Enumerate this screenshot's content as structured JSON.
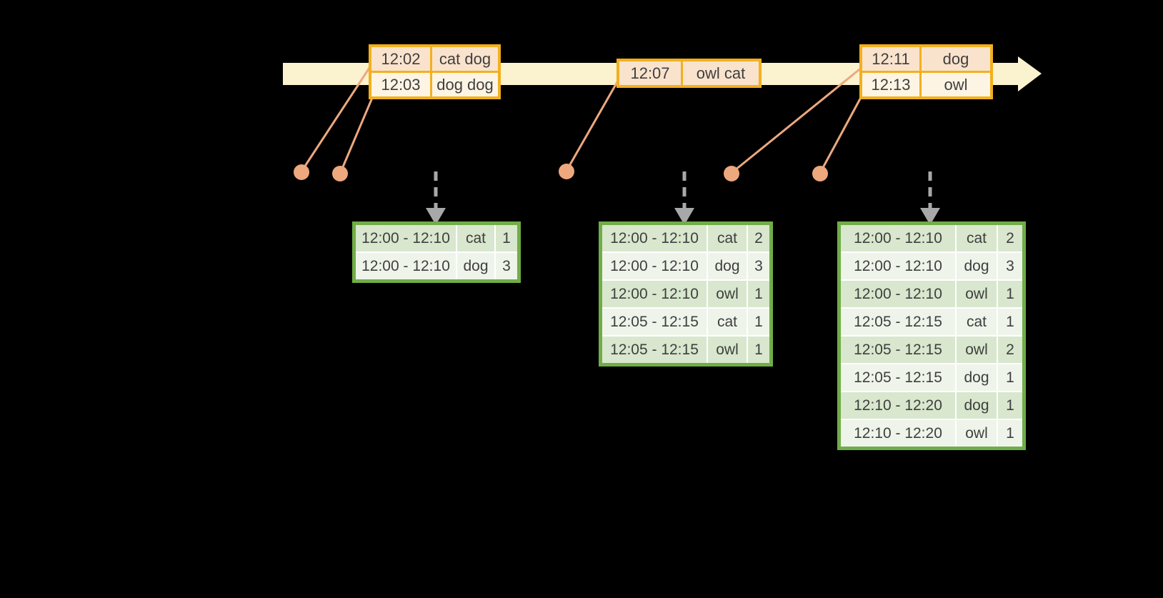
{
  "diagram": {
    "kind": "streaming-windowed-aggregation-diagram",
    "colors": {
      "background": "#000000",
      "timeline_fill": "#FBF2CF",
      "event_table_border": "#F2B01E",
      "event_row_peach": "#FAE3CD",
      "event_row_cream": "#FDF4E4",
      "connector_orange": "#EDA87E",
      "trigger_arrow_gray": "#A8A8A8",
      "result_table_border": "#70AD47",
      "result_row_green": "#D8E7CD",
      "result_row_light": "#EFF4EA",
      "text": "#3F3F3F"
    }
  },
  "event_tables": [
    {
      "rows": [
        {
          "time": "12:02",
          "words": "cat dog"
        },
        {
          "time": "12:03",
          "words": "dog dog"
        }
      ]
    },
    {
      "rows": [
        {
          "time": "12:07",
          "words": "owl cat"
        }
      ]
    },
    {
      "rows": [
        {
          "time": "12:11",
          "words": "dog"
        },
        {
          "time": "12:13",
          "words": "owl"
        }
      ]
    }
  ],
  "result_tables": [
    {
      "rows": [
        {
          "window": "12:00 - 12:10",
          "word": "cat",
          "count": "1"
        },
        {
          "window": "12:00 - 12:10",
          "word": "dog",
          "count": "3"
        }
      ]
    },
    {
      "rows": [
        {
          "window": "12:00 - 12:10",
          "word": "cat",
          "count": "2"
        },
        {
          "window": "12:00 - 12:10",
          "word": "dog",
          "count": "3"
        },
        {
          "window": "12:00 - 12:10",
          "word": "owl",
          "count": "1"
        },
        {
          "window": "12:05 - 12:15",
          "word": "cat",
          "count": "1"
        },
        {
          "window": "12:05 - 12:15",
          "word": "owl",
          "count": "1"
        }
      ]
    },
    {
      "rows": [
        {
          "window": "12:00 - 12:10",
          "word": "cat",
          "count": "2"
        },
        {
          "window": "12:00 - 12:10",
          "word": "dog",
          "count": "3"
        },
        {
          "window": "12:00 - 12:10",
          "word": "owl",
          "count": "1"
        },
        {
          "window": "12:05 - 12:15",
          "word": "cat",
          "count": "1"
        },
        {
          "window": "12:05 - 12:15",
          "word": "owl",
          "count": "2"
        },
        {
          "window": "12:05 - 12:15",
          "word": "dog",
          "count": "1"
        },
        {
          "window": "12:10 - 12:20",
          "word": "dog",
          "count": "1"
        },
        {
          "window": "12:10 - 12:20",
          "word": "owl",
          "count": "1"
        }
      ]
    }
  ]
}
